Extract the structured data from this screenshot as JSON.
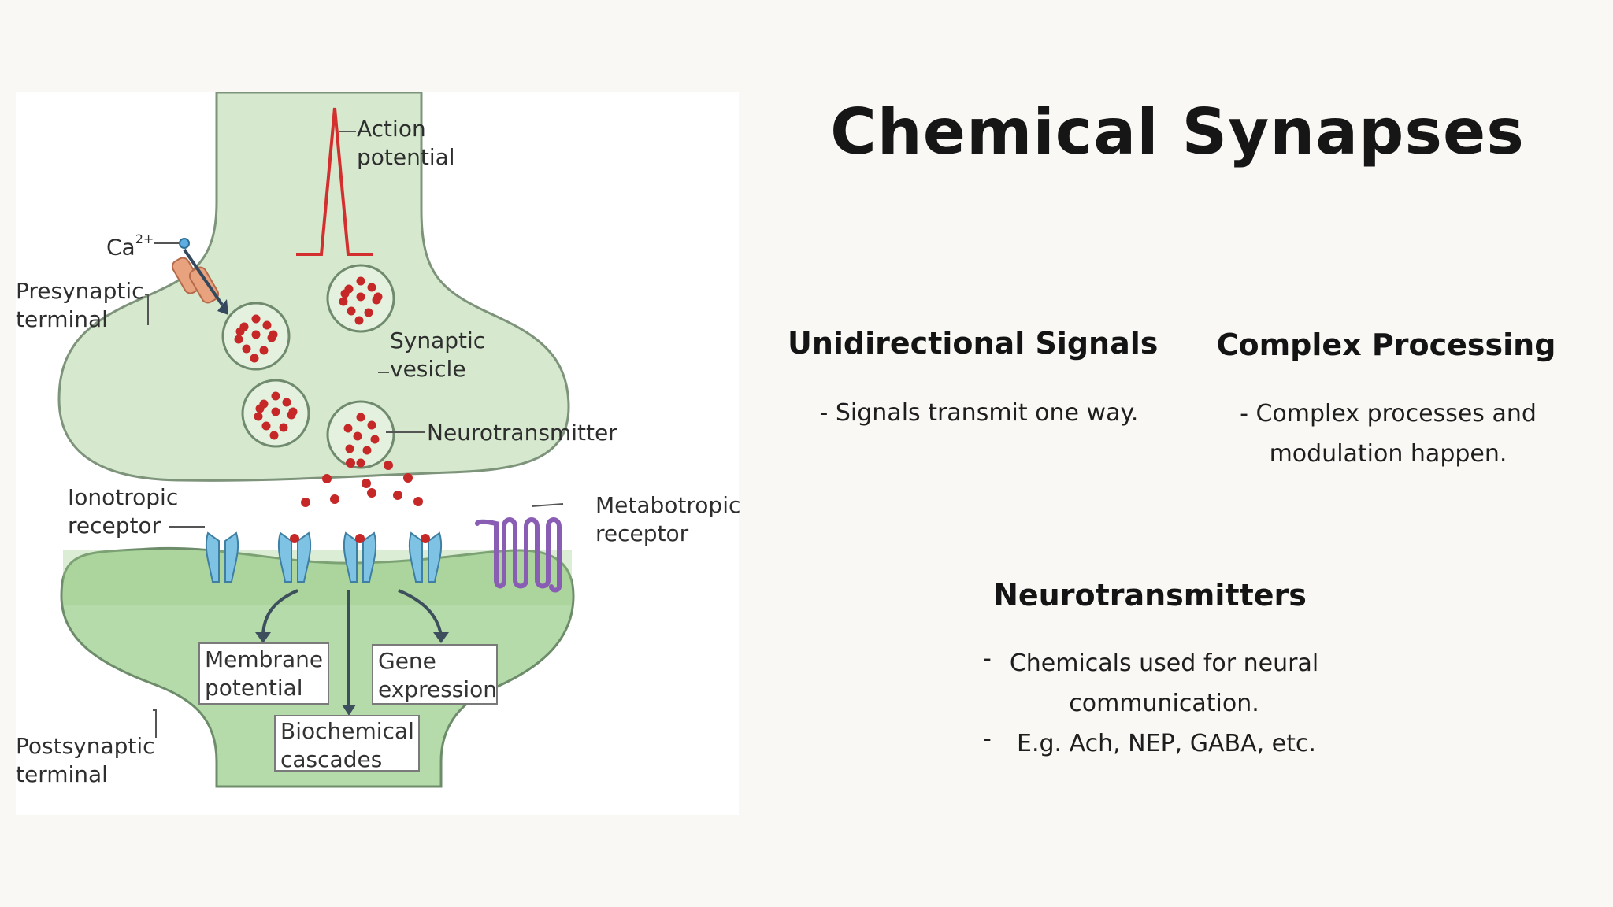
{
  "slide": {
    "title": "Chemical Synapses",
    "sections": [
      {
        "heading": "Unidirectional Signals",
        "text": "- Signals transmit one way."
      },
      {
        "heading": "Complex Processing",
        "text": "- Complex processes and modulation happen."
      },
      {
        "heading": "Neurotransmitters",
        "bullets": [
          "Chemicals used for neural communication.",
          "E.g. Ach, NEP, GABA, etc."
        ]
      }
    ]
  },
  "diagram": {
    "labels": {
      "action_potential": "Action\npotential",
      "ca": "Ca",
      "ca_charge": "2+",
      "presynaptic_terminal": "Presynaptic\nterminal",
      "synaptic_vesicle": "Synaptic\nvesicle",
      "neurotransmitter": "Neurotransmitter",
      "ionotropic_receptor": "Ionotropic\nreceptor",
      "metabotropic_receptor": "Metabotropic\nreceptor",
      "membrane_potential": "Membrane\npotential",
      "gene_expression": "Gene\nexpression",
      "biochemical_cascades": "Biochemical\ncascades",
      "postsynaptic_terminal": "Postsynaptic\nterminal"
    },
    "colors": {
      "presynaptic_fill": "#d9ead3",
      "postsynaptic_fill": "#a8d29a",
      "membrane_stroke": "#6e8a6e",
      "vesicle_dot": "#c62828",
      "action_potential": "#d32f2f",
      "channel": "#e8a27e",
      "ionotropic": "#7fc3e4",
      "metabotropic": "#8a5db5"
    }
  }
}
